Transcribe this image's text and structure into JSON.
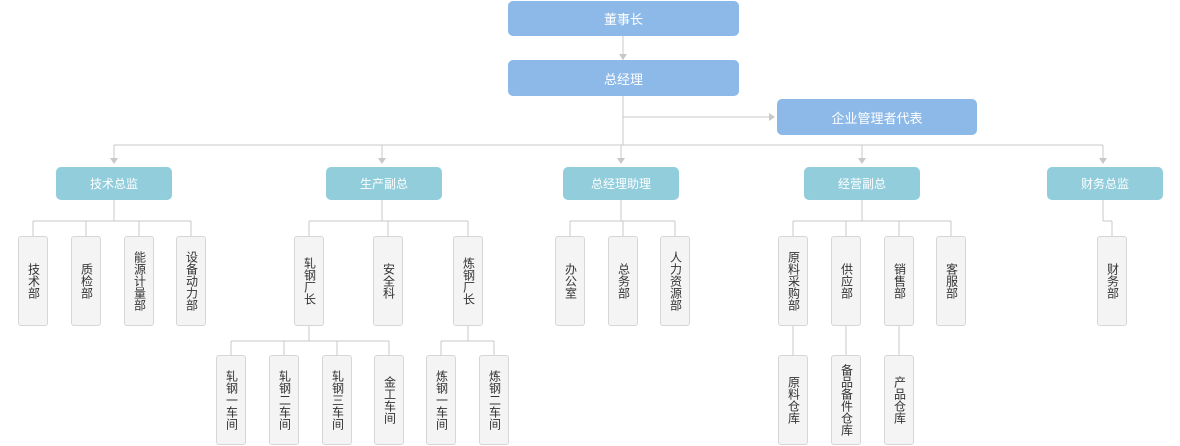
{
  "root": "董事长",
  "gm": "总经理",
  "rep": "企业管理者代表",
  "departments": [
    {
      "label": "技术总监",
      "children": [
        {
          "label": "技术部"
        },
        {
          "label": "质检部"
        },
        {
          "label": "能源计量部"
        },
        {
          "label": "设备动力部"
        }
      ]
    },
    {
      "label": "生产副总",
      "children": [
        {
          "label": "轧钢厂长",
          "children": [
            {
              "label": "轧钢一车间"
            },
            {
              "label": "轧钢二车间"
            },
            {
              "label": "轧钢三车间"
            },
            {
              "label": "金工车间"
            }
          ]
        },
        {
          "label": "安全科"
        },
        {
          "label": "炼钢厂长",
          "children": [
            {
              "label": "炼钢一车间"
            },
            {
              "label": "炼钢二车间"
            }
          ]
        }
      ]
    },
    {
      "label": "总经理助理",
      "children": [
        {
          "label": "办公室"
        },
        {
          "label": "总务部"
        },
        {
          "label": "人力资源部"
        }
      ]
    },
    {
      "label": "经营副总",
      "children": [
        {
          "label": "原料采购部",
          "children": [
            {
              "label": "原料仓库"
            }
          ]
        },
        {
          "label": "供应部",
          "children": [
            {
              "label": "备品备件仓库"
            }
          ]
        },
        {
          "label": "销售部",
          "children": [
            {
              "label": "产品仓库"
            }
          ]
        },
        {
          "label": "客服部"
        }
      ]
    },
    {
      "label": "财务总监",
      "children": [
        {
          "label": "财务部"
        }
      ]
    }
  ]
}
